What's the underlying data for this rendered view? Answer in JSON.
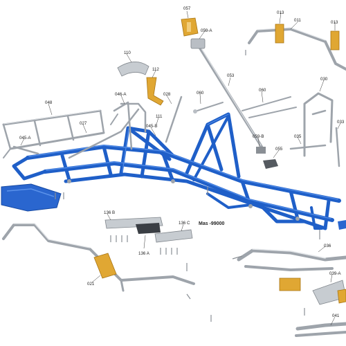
{
  "diagram": {
    "model_label": "Mas -99000",
    "part_labels": {
      "p057": "057",
      "p059a": "059-A",
      "p013a": "013",
      "p011": "011",
      "p013b": "013",
      "p110": "110",
      "p112": "112",
      "p053": "053",
      "p060": "060",
      "p030": "030",
      "p046a": "046-A",
      "p028": "028",
      "p048": "048",
      "p111": "111",
      "p045b": "045-B",
      "p027": "027",
      "p045a": "045-A",
      "p059b": "059-B",
      "p035": "035",
      "p033": "033",
      "p055": "055",
      "p136b": "136 B",
      "p136c": "136 C",
      "p136a": "136 A",
      "p021": "021",
      "p036": "036",
      "p039a": "039-A",
      "p041": "041"
    },
    "colors": {
      "frame": "#1f5fc8",
      "chrome": "#9ea4ab",
      "bracket": "#e0a733"
    }
  }
}
